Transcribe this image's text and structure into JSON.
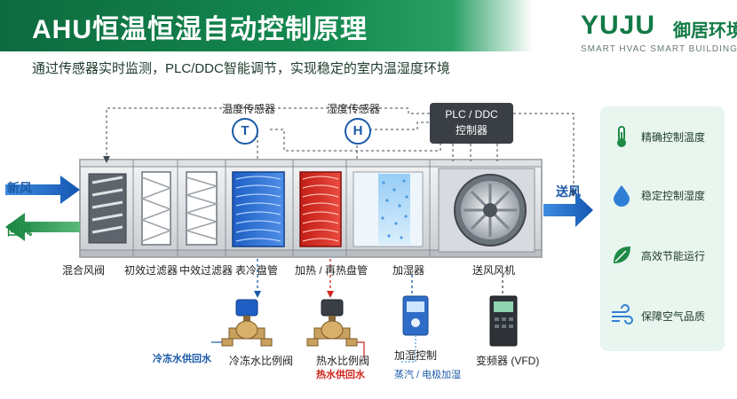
{
  "header": {
    "title": "AHU恒温恒湿自动控制原理",
    "subtitle": "通过传感器实时监测，PLC/DDC智能调节，实现稳定的室内温湿度环境"
  },
  "brand": {
    "logo_mark": "YUJU",
    "logo_cn": "御居环境",
    "logo_en": "SMART HVAC    SMART BUILDING",
    "color": "#127a46"
  },
  "controller": {
    "line1": "PLC / DDC",
    "line2": "控制器"
  },
  "sensors": {
    "temp_label": "温度传感器",
    "temp_symbol": "T",
    "hum_label": "湿度传感器",
    "hum_symbol": "H"
  },
  "airflow": {
    "fresh_air": "新风",
    "return_air": "回风",
    "supply_air": "送风"
  },
  "sections": [
    "混合风阀",
    "初效过滤器",
    "中效过滤器",
    "表冷盘管",
    "加热 / 再热盘管",
    "加湿器",
    "送风风机"
  ],
  "devices": {
    "chilled_return": "冷冻水供回水",
    "chilled_valve": "冷冻水比例阀",
    "hot_valve": "热水比例阀",
    "hot_return": "热水供回水",
    "humid_control": "加湿控制",
    "humid_type": "蒸汽 / 电极加湿",
    "vfd": "变频器 (VFD)"
  },
  "features": [
    {
      "icon": "thermometer-icon",
      "label": "精确控制温度"
    },
    {
      "icon": "water-drop-icon",
      "label": "稳定控制湿度"
    },
    {
      "icon": "leaf-icon",
      "label": "高效节能运行"
    },
    {
      "icon": "wind-icon",
      "label": "保障空气品质"
    }
  ],
  "colors": {
    "header_green": "#0d6b3f",
    "cold_blue": "#1a5aa8",
    "hot_red": "#d0241c",
    "accent_green": "#1e8a46",
    "panel_bg": "#e9f5ef"
  }
}
